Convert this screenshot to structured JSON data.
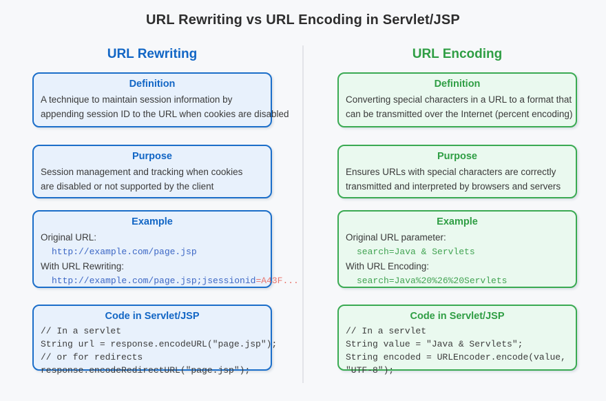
{
  "title": "URL Rewriting vs URL Encoding in Servlet/JSP",
  "colors": {
    "left_accent": "#1266c5",
    "left_border": "#1b6ec9",
    "left_fill": "#e8f1fc",
    "left_code": "#3c67c5",
    "right_accent": "#2f9e44",
    "right_border": "#3aaa52",
    "right_fill": "#eaf9ef",
    "right_code": "#41a352",
    "highlight": "#e8756d",
    "text": "#3a3a3a",
    "code_text": "#3d3d3d",
    "title_text": "#2d2d2d",
    "background": "#f7f8fa",
    "divider": "#e3e4e8"
  },
  "left": {
    "header": "URL Rewriting",
    "definition": {
      "title": "Definition",
      "line1": "A technique to maintain session information by",
      "line2": "appending session ID to the URL when cookies are disabled"
    },
    "purpose": {
      "title": "Purpose",
      "line1": "Session management and tracking when cookies",
      "line2": "are disabled or not supported by the client"
    },
    "example": {
      "title": "Example",
      "label1": "Original URL:",
      "code1": "http://example.com/page.jsp",
      "label2": "With URL Rewriting:",
      "code2": "http://example.com/page.jsp;jsessionid",
      "code2_suffix": "=A43F..."
    },
    "code": {
      "title": "Code in Servlet/JSP",
      "lines": [
        "// In a servlet",
        "String url = response.encodeURL(\"page.jsp\");",
        "// or for redirects",
        "response.encodeRedirectURL(\"page.jsp\");"
      ]
    }
  },
  "right": {
    "header": "URL Encoding",
    "definition": {
      "title": "Definition",
      "line1": "Converting special characters in a URL to a format that",
      "line2": "can be transmitted over the Internet (percent encoding)"
    },
    "purpose": {
      "title": "Purpose",
      "line1": "Ensures URLs with special characters are correctly",
      "line2": "transmitted and interpreted by browsers and servers"
    },
    "example": {
      "title": "Example",
      "label1": "Original URL parameter:",
      "code1": "search=Java & Servlets",
      "label2": "With URL Encoding:",
      "code2": "search=Java%20%26%20Servlets"
    },
    "code": {
      "title": "Code in Servlet/JSP",
      "lines": [
        "// In a servlet",
        "String value = \"Java & Servlets\";",
        "String encoded = URLEncoder.encode(value,",
        "\"UTF-8\");"
      ]
    }
  }
}
